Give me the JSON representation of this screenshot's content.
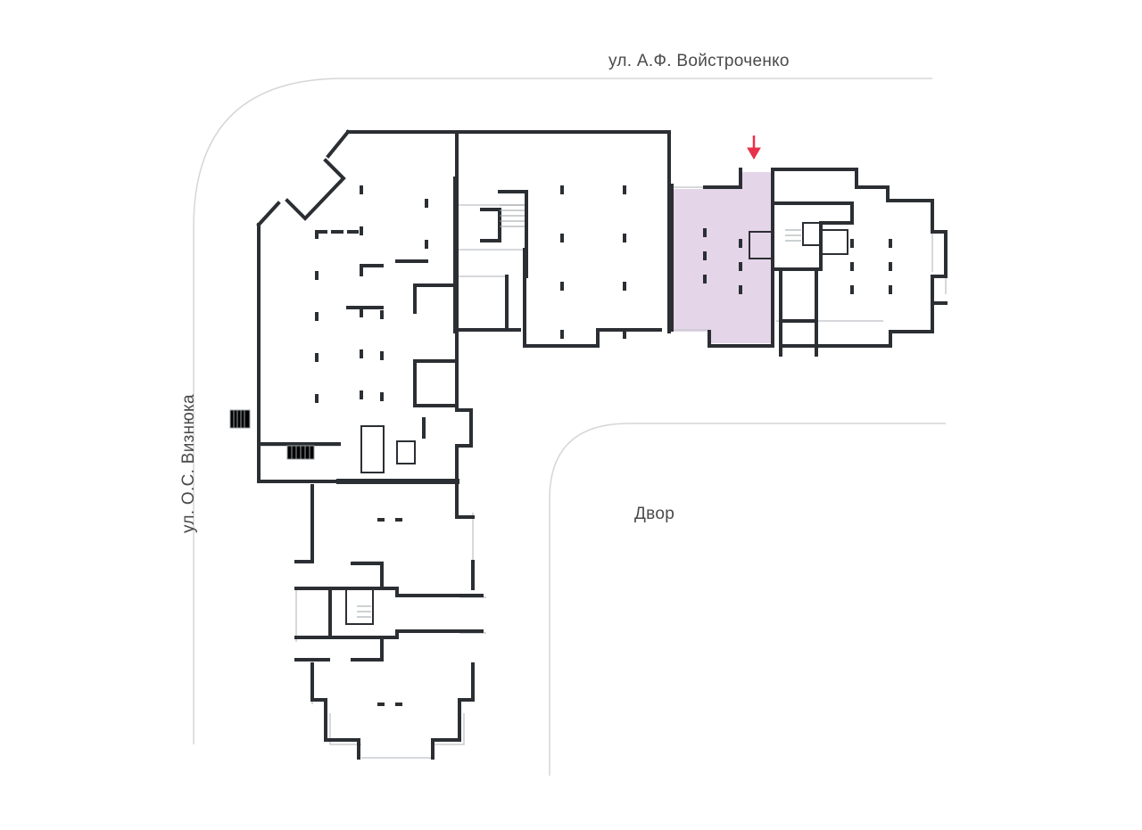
{
  "labels": {
    "street_top": "ул. А.Ф. Войстроченко",
    "street_left": "ул. О.С. Визнюка",
    "yard": "Двор"
  },
  "colors": {
    "wall": "#2b2f33",
    "thin_line": "#c9cccf",
    "highlight": "#e5d5e9",
    "marker": "#e8324b",
    "road": "#d6d6d6"
  },
  "icons": {
    "marker": "down-arrow-icon"
  }
}
